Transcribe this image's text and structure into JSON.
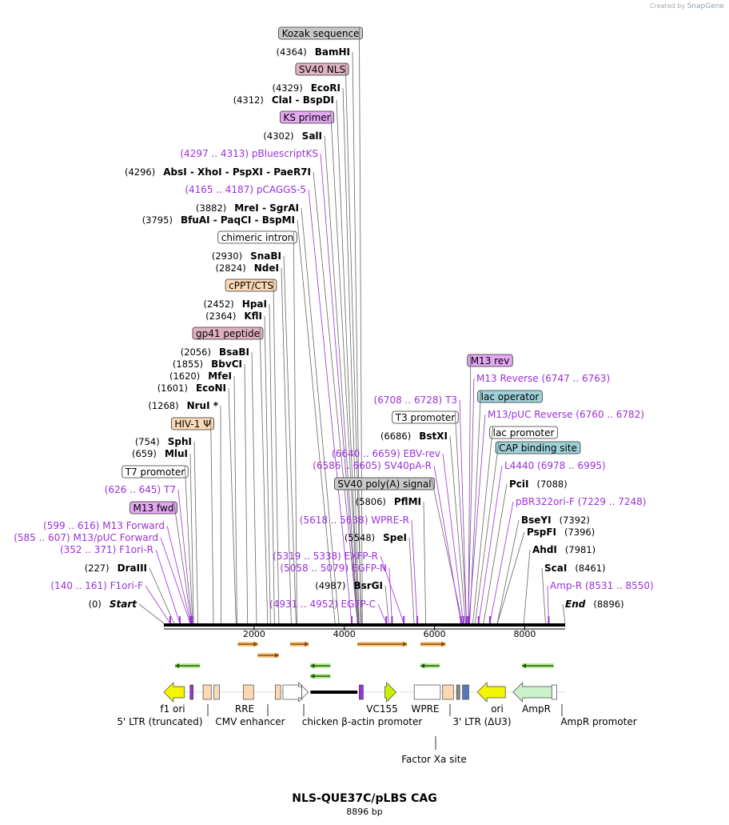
{
  "credit": {
    "prefix": "Created by",
    "brand": "SnapGene"
  },
  "plasmid": {
    "name": "NLS-QUE37C/pLBS CAG",
    "length_label": "8896 bp",
    "length": 8896
  },
  "axis": {
    "ticks": [
      "2000",
      "4000",
      "6000",
      "8000"
    ],
    "tick_values": [
      2000,
      4000,
      6000,
      8000
    ]
  },
  "colors": {
    "primer": "#9b30d9",
    "enzyme": "#000000",
    "backbone": "#000000"
  },
  "labels": [
    {
      "text": "Kozak sequence",
      "kind": "feature",
      "box": "#c8c8c8",
      "target": 4400
    },
    {
      "pos": "(4364)",
      "name": "BamHI",
      "kind": "site",
      "target": 4364
    },
    {
      "text": "SV40 NLS",
      "kind": "feature",
      "box": "#dfb3c1",
      "target": 4380
    },
    {
      "pos": "(4329)",
      "name": "EcoRI",
      "kind": "site",
      "target": 4329
    },
    {
      "pos": "(4312)",
      "name": "ClaI  -  BspDI",
      "kind": "site",
      "target": 4312
    },
    {
      "text": "KS primer",
      "kind": "feature",
      "box": "#e2a8f0",
      "target": 4320
    },
    {
      "pos": "(4302)",
      "name": "SalI",
      "kind": "site",
      "target": 4302
    },
    {
      "text": "(4297 .. 4313)  pBluescriptKS",
      "kind": "primer",
      "target": 4297
    },
    {
      "pos": "(4296)",
      "name": "AbsI  -  XhoI  -  PspXI  -  PaeR7I",
      "kind": "site",
      "target": 4296
    },
    {
      "text": "(4165 .. 4187)  pCAGGS-5",
      "kind": "primer",
      "target": 4165
    },
    {
      "pos": "(3882)",
      "name": "MreI  -  SgrAI",
      "kind": "site",
      "target": 3882
    },
    {
      "pos": "(3795)",
      "name": "BfuAI  -  PaqCI  -  BspMI",
      "kind": "site",
      "target": 3795
    },
    {
      "text": "chimeric intron",
      "kind": "feature",
      "box": "#ffffff",
      "target": 2950
    },
    {
      "pos": "(2930)",
      "name": "SnaBI",
      "kind": "site",
      "target": 2930
    },
    {
      "pos": "(2824)",
      "name": "NdeI",
      "kind": "site",
      "target": 2824
    },
    {
      "text": "cPPT/CTS",
      "kind": "feature",
      "box": "#fbd9b5",
      "target": 2550
    },
    {
      "pos": "(2452)",
      "name": "HpaI",
      "kind": "site",
      "target": 2452
    },
    {
      "pos": "(2364)",
      "name": "KflI",
      "kind": "site",
      "target": 2364
    },
    {
      "text": "gp41 peptide",
      "kind": "feature",
      "box": "#e0b0c0",
      "target": 2300
    },
    {
      "pos": "(2056)",
      "name": "BsaBI",
      "kind": "site",
      "target": 2056
    },
    {
      "pos": "(1855)",
      "name": "BbvCI",
      "kind": "site",
      "target": 1855
    },
    {
      "pos": "(1620)",
      "name": "MfeI",
      "kind": "site",
      "target": 1620
    },
    {
      "pos": "(1601)",
      "name": "EcoNI",
      "kind": "site",
      "target": 1601
    },
    {
      "pos": "(1268)",
      "name": "NruI *",
      "kind": "site",
      "target": 1268
    },
    {
      "text": "HIV-1 Ψ",
      "kind": "feature",
      "box": "#fbd9b5",
      "target": 1100
    },
    {
      "pos": "(754)",
      "name": "SphI",
      "kind": "site",
      "target": 754
    },
    {
      "pos": "(659)",
      "name": "MluI",
      "kind": "site",
      "target": 659
    },
    {
      "text": "T7 promoter",
      "kind": "feature",
      "box": "#ffffff",
      "target": 640
    },
    {
      "text": "(626 .. 645)  T7",
      "kind": "primer",
      "target": 626
    },
    {
      "text": "M13 fwd",
      "kind": "feature",
      "box": "#e2a8f0",
      "target": 610
    },
    {
      "text": "(599 .. 616)  M13 Forward",
      "kind": "primer",
      "target": 599
    },
    {
      "text": "(585 .. 607)  M13/pUC Forward",
      "kind": "primer",
      "target": 585
    },
    {
      "text": "(352 .. 371)  F1ori-R",
      "kind": "primer",
      "target": 352
    },
    {
      "pos": "(227)",
      "name": "DraIII",
      "kind": "site",
      "target": 227
    },
    {
      "text": "(140 .. 161)  F1ori-F",
      "kind": "primer",
      "target": 140
    },
    {
      "pos": "(0)",
      "name": "Start",
      "kind": "site",
      "italic": true,
      "target": 0
    },
    {
      "text": "(4931 .. 4952)  EGFP-C",
      "kind": "primer",
      "target": 4931
    },
    {
      "pos": "(4987)",
      "name": "BsrGI",
      "kind": "site",
      "target": 4987
    },
    {
      "text": "(5058 .. 5079)  EGFP-N",
      "kind": "primer",
      "target": 5058
    },
    {
      "text": "(5319 .. 5338)  EXFP-R",
      "kind": "primer",
      "target": 5319
    },
    {
      "pos": "(5548)",
      "name": "SpeI",
      "kind": "site",
      "target": 5548
    },
    {
      "text": "(5618 .. 5638)  WPRE-R",
      "kind": "primer",
      "target": 5618
    },
    {
      "pos": "(5806)",
      "name": "PflMI",
      "kind": "site",
      "target": 5806
    },
    {
      "text": "SV40 poly(A) signal",
      "kind": "feature",
      "box": "#c8c8c8",
      "target": 6620
    },
    {
      "text": "(6586 .. 6605)  SV40pA-R",
      "kind": "primer",
      "target": 6586
    },
    {
      "text": "(6640 .. 6659)  EBV-rev",
      "kind": "primer",
      "target": 6640
    },
    {
      "pos": "(6686)",
      "name": "BstXI",
      "kind": "site",
      "target": 6686
    },
    {
      "text": "T3 promoter",
      "kind": "feature",
      "box": "#ffffff",
      "target": 6710
    },
    {
      "text": "(6708 .. 6728)  T3",
      "kind": "primer",
      "target": 6708
    },
    {
      "text": "M13 rev",
      "kind": "feature",
      "box": "#e2a8f0",
      "target": 6750
    },
    {
      "text": "M13 Reverse   (6747 .. 6763)",
      "kind": "primer",
      "target": 6747
    },
    {
      "text": "lac operator",
      "kind": "feature",
      "box": "#9ed1d8",
      "target": 6780
    },
    {
      "text": "M13/pUC Reverse   (6760 .. 6782)",
      "kind": "primer",
      "target": 6760
    },
    {
      "text": "lac promoter",
      "kind": "feature",
      "box": "#ffffff",
      "target": 6850
    },
    {
      "text": "CAP binding site",
      "kind": "feature",
      "box": "#9ed1d8",
      "target": 6900
    },
    {
      "text": "L4440   (6978 .. 6995)",
      "kind": "primer",
      "target": 6978
    },
    {
      "pos": "(7088)",
      "name": "PciI",
      "kind": "site",
      "target": 7088
    },
    {
      "text": "pBR322ori-F   (7229 .. 7248)",
      "kind": "primer",
      "target": 7229
    },
    {
      "pos": "(7392)",
      "name": "BseYI",
      "kind": "site",
      "target": 7392
    },
    {
      "pos": "(7396)",
      "name": "PspFI",
      "kind": "site",
      "target": 7396
    },
    {
      "pos": "(7981)",
      "name": "AhdI",
      "kind": "site",
      "target": 7981
    },
    {
      "pos": "(8461)",
      "name": "ScaI",
      "kind": "site",
      "target": 8461
    },
    {
      "text": "Amp-R   (8531 .. 8550)",
      "kind": "primer",
      "target": 8531
    },
    {
      "pos": "(8896)",
      "name": "End",
      "kind": "site",
      "italic": true,
      "target": 8896
    }
  ],
  "features_bottom": [
    {
      "name": "f1 ori"
    },
    {
      "name": "5' LTR (truncated)"
    },
    {
      "name": "RRE"
    },
    {
      "name": "CMV enhancer"
    },
    {
      "name": "chicken β-actin promoter"
    },
    {
      "name": "VC155"
    },
    {
      "name": "WPRE"
    },
    {
      "name": "3' LTR (ΔU3)"
    },
    {
      "name": "ori"
    },
    {
      "name": "AmpR"
    },
    {
      "name": "AmpR promoter"
    },
    {
      "name": "Factor Xa site"
    }
  ],
  "feature_track": [
    {
      "name": "f1 ori",
      "start": 0,
      "end": 456,
      "type": "arrow-left",
      "color": "#f5f500"
    },
    {
      "name": "",
      "start": 580,
      "end": 650,
      "type": "box",
      "color": "#9b30d9"
    },
    {
      "name": "",
      "start": 870,
      "end": 1050,
      "type": "box",
      "color": "#fbd9b5"
    },
    {
      "name": "",
      "start": 1110,
      "end": 1230,
      "type": "box",
      "color": "#fbd9b5"
    },
    {
      "name": "",
      "start": 1760,
      "end": 1990,
      "type": "box",
      "color": "#fbd9b5"
    },
    {
      "name": "",
      "start": 2470,
      "end": 2590,
      "type": "box",
      "color": "#fbd9b5"
    },
    {
      "name": "CMV enhancer",
      "start": 2640,
      "end": 3060,
      "type": "box",
      "color": "#ffffff"
    },
    {
      "name": "",
      "start": 3060,
      "end": 3200,
      "type": "arrow-right",
      "color": "#ffffff"
    },
    {
      "name": "chicken β-actin promoter",
      "start": 3250,
      "end": 4290,
      "type": "thick",
      "color": "#000000"
    },
    {
      "name": "",
      "start": 4330,
      "end": 4420,
      "type": "box",
      "color": "#9b30d9"
    },
    {
      "name": "VC155",
      "start": 4900,
      "end": 5150,
      "type": "arrow-right",
      "color": "#c8f000"
    },
    {
      "name": "WPRE",
      "start": 5550,
      "end": 6130,
      "type": "box",
      "color": "#ffffff"
    },
    {
      "name": "",
      "start": 6180,
      "end": 6420,
      "type": "box",
      "color": "#fbd9b5"
    },
    {
      "name": "",
      "start": 6490,
      "end": 6560,
      "type": "box",
      "color": "#888888"
    },
    {
      "name": "",
      "start": 6620,
      "end": 6760,
      "type": "box",
      "color": "#5577bb"
    },
    {
      "name": "ori",
      "start": 6950,
      "end": 7570,
      "type": "arrow-left",
      "color": "#f5f500"
    },
    {
      "name": "AmpR",
      "start": 7740,
      "end": 8600,
      "type": "arrow-left",
      "color": "#ccf2cc"
    },
    {
      "name": "",
      "start": 8600,
      "end": 8710,
      "type": "box",
      "color": "#ffffff"
    }
  ],
  "orf_track": [
    {
      "start": 1640,
      "end": 2080,
      "dir": "right",
      "row": 0
    },
    {
      "start": 2800,
      "end": 3210,
      "dir": "right",
      "row": 0
    },
    {
      "start": 4290,
      "end": 5390,
      "dir": "right",
      "row": 0
    },
    {
      "start": 5690,
      "end": 6240,
      "dir": "right",
      "row": 0
    },
    {
      "start": 2080,
      "end": 2550,
      "dir": "right",
      "row": 1
    },
    {
      "start": 250,
      "end": 800,
      "dir": "left",
      "row": 2
    },
    {
      "start": 3250,
      "end": 3690,
      "dir": "left",
      "row": 2
    },
    {
      "start": 5690,
      "end": 6110,
      "dir": "left",
      "row": 2
    },
    {
      "start": 7940,
      "end": 8640,
      "dir": "left",
      "row": 2
    },
    {
      "start": 3250,
      "end": 3690,
      "dir": "left",
      "row": 3
    }
  ]
}
